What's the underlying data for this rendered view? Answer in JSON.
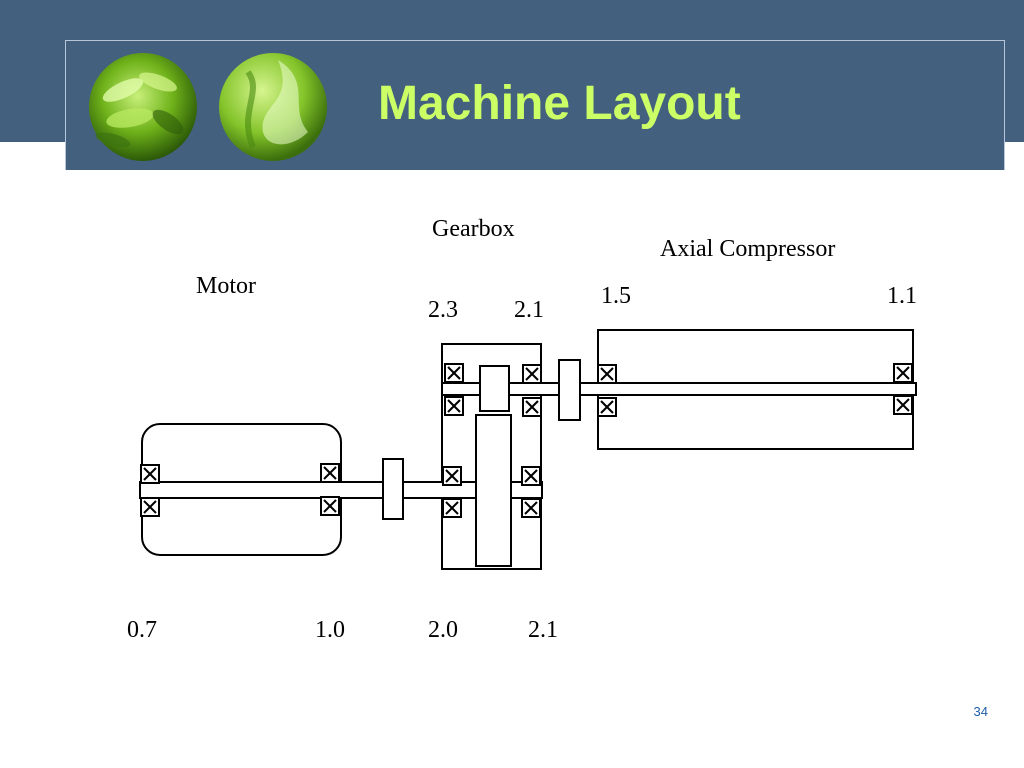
{
  "slide": {
    "title": "Machine Layout",
    "page_number": "34"
  },
  "colors": {
    "header_band": "#43607f",
    "title_text": "#ccff66",
    "logo_green": "#7dc21e",
    "line": "#000000"
  },
  "diagram": {
    "components": {
      "motor": "Motor",
      "gearbox": "Gearbox",
      "compressor": "Axial Compressor"
    },
    "top_values": {
      "gearbox_left": "2.3",
      "gearbox_right": "2.1",
      "compressor_left": "1.5",
      "compressor_right": "1.1"
    },
    "bottom_values": {
      "motor_left": "0.7",
      "motor_right": "1.0",
      "gearbox_left": "2.0",
      "gearbox_right": "2.1"
    }
  }
}
